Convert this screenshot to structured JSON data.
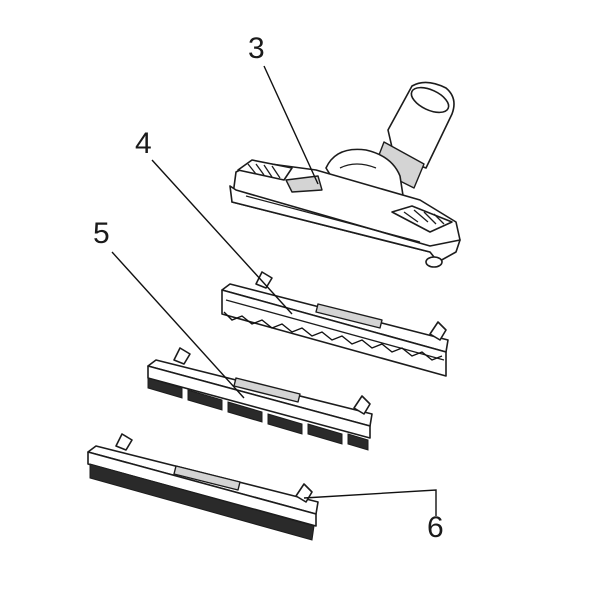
{
  "diagram": {
    "callouts": [
      {
        "id": "3",
        "label": "3"
      },
      {
        "id": "4",
        "label": "4"
      },
      {
        "id": "5",
        "label": "5"
      },
      {
        "id": "6",
        "label": "6"
      }
    ]
  }
}
